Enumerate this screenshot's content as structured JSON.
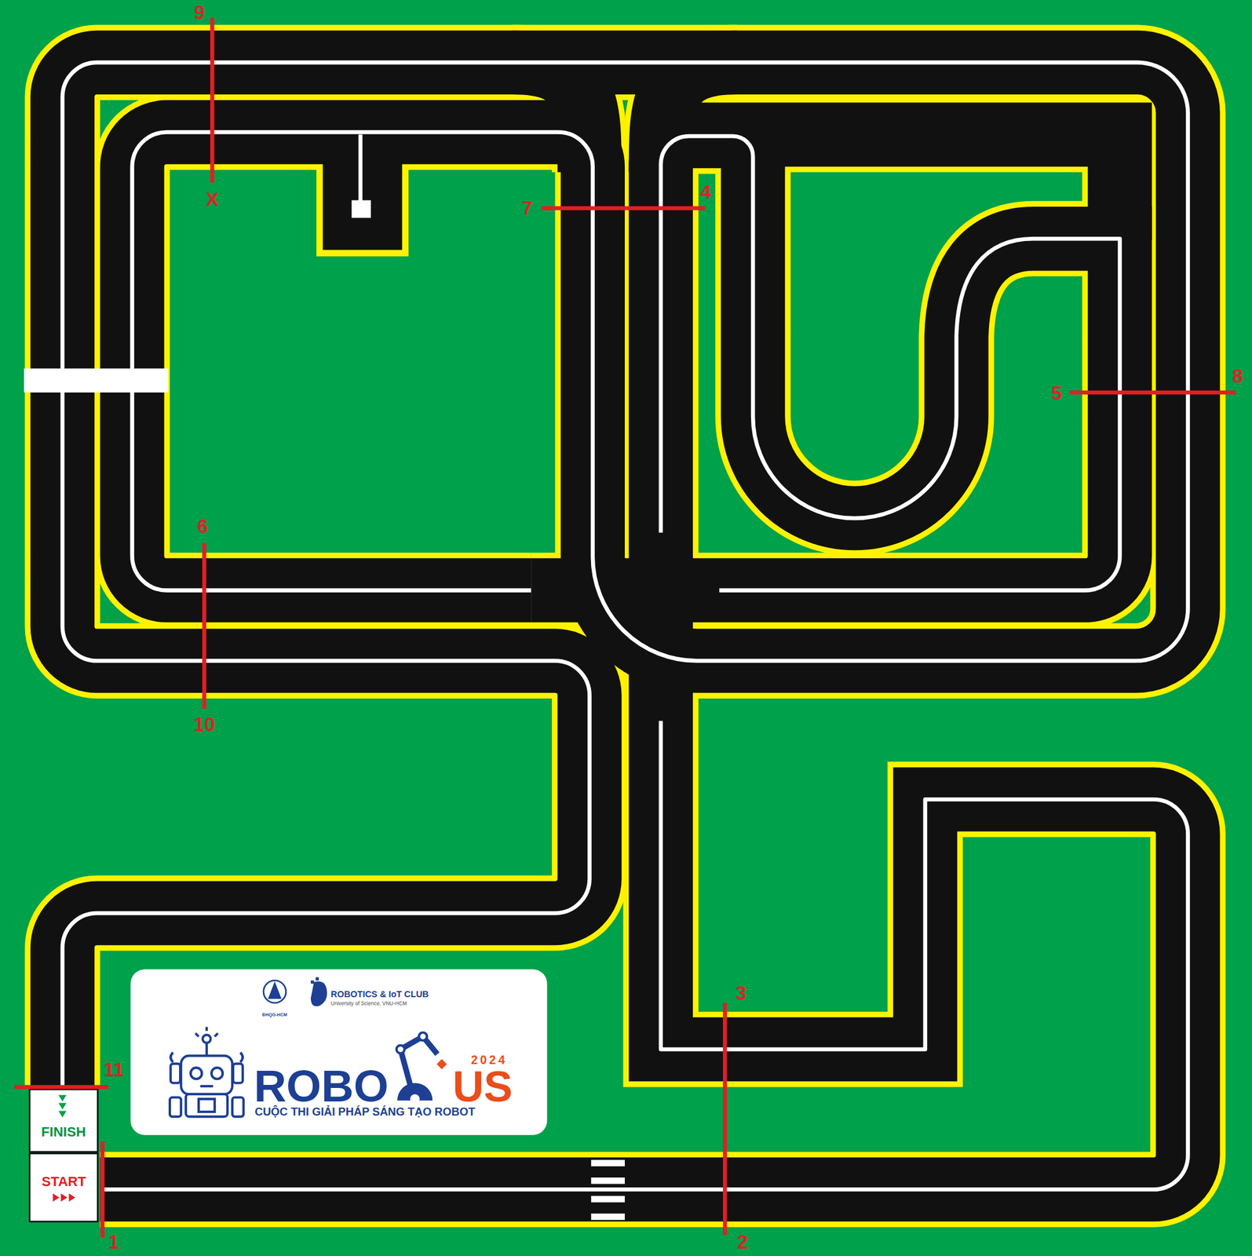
{
  "diagram": {
    "nodes": [
      {
        "text": [
          "ĐHQG-HCM",
          "ROBOTICS & IoT CLUB",
          "University of Science, VNU-HCM",
          "ROBO",
          "2024",
          "US",
          "CUỘC THI GIẢI PHÁP SÁNG TẠO ROBOT"
        ]
      },
      {
        "text": [
          "FINISH"
        ]
      },
      {
        "text": [
          "START"
        ]
      }
    ],
    "labels": [
      "9",
      "X",
      "7",
      "4",
      "5",
      "8",
      "6",
      "10",
      "3",
      "11",
      "1",
      "2"
    ]
  }
}
